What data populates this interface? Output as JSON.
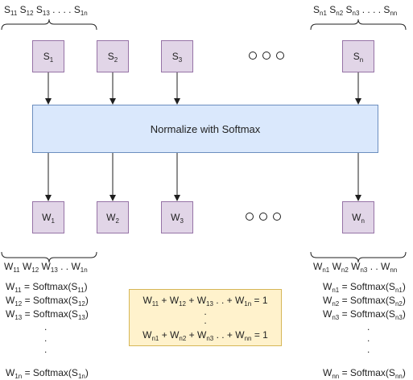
{
  "top_left_label": [
    "S",
    "11",
    " S",
    "12",
    " S",
    "13",
    " . . . . S",
    "1n"
  ],
  "top_right_label": [
    "S",
    "n1",
    " S",
    "n2",
    " S",
    "n3",
    " . . . . S",
    "nn"
  ],
  "s_boxes": [
    {
      "base": "S",
      "sub": "1"
    },
    {
      "base": "S",
      "sub": "2"
    },
    {
      "base": "S",
      "sub": "3"
    },
    {
      "base": "S",
      "sub": "n"
    }
  ],
  "normalize_label": "Normalize with Softmax",
  "w_boxes": [
    {
      "base": "W",
      "sub": "1"
    },
    {
      "base": "W",
      "sub": "2"
    },
    {
      "base": "W",
      "sub": "3"
    },
    {
      "base": "W",
      "sub": "n"
    }
  ],
  "bottom_left_header": [
    "W",
    "11",
    " W",
    "12",
    " W",
    "13",
    " . . W",
    "1n"
  ],
  "bottom_right_header": [
    "W",
    "n1",
    " W",
    "n2",
    " W",
    "n3",
    " . . W",
    "nn"
  ],
  "left_equations": [
    {
      "w": "11",
      "s": "11"
    },
    {
      "w": "12",
      "s": "12"
    },
    {
      "w": "13",
      "s": "13"
    },
    {
      "w": "1n",
      "s": "1n"
    }
  ],
  "right_equations": [
    {
      "w": "n1",
      "s": "n1"
    },
    {
      "w": "n2",
      "s": "n2"
    },
    {
      "w": "n3",
      "s": "n3"
    },
    {
      "w": "nn",
      "s": "nn"
    }
  ],
  "softmax_word": "Softmax",
  "sum_rows": [
    [
      "W",
      "11",
      " + W",
      "12",
      " +  W",
      "13",
      " . .  + W",
      "1n",
      " = 1"
    ],
    [
      "W",
      "n1",
      " + W",
      "n2",
      " +  W",
      "n3",
      " . .  + W",
      "nn",
      " = 1"
    ]
  ],
  "vertical_dots": "."
}
